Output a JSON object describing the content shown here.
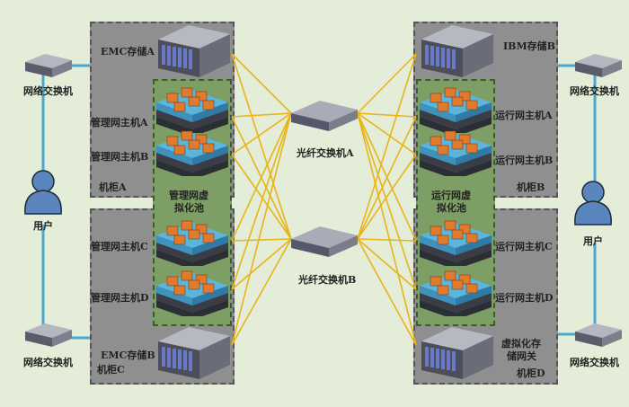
{
  "diagram": {
    "title": "",
    "cabinets": [
      {
        "id": "A",
        "label": "机柜A"
      },
      {
        "id": "B",
        "label": "机柜B"
      },
      {
        "id": "C",
        "label": "机柜C"
      },
      {
        "id": "D",
        "label": "机柜D"
      }
    ],
    "storage": {
      "emc_a": "EMC存储A",
      "ibm_b": "IBM存储B",
      "emc_b": "EMC存储B",
      "gateway_line1": "虚拟化存",
      "gateway_line2": "储网关"
    },
    "hosts": {
      "mgmt_a": "管理网主机A",
      "mgmt_b": "管理网主机B",
      "mgmt_c": "管理网主机C",
      "mgmt_d": "管理网主机D",
      "run_a": "运行网主机A",
      "run_b": "运行网主机B",
      "run_c": "运行网主机C",
      "run_d": "运行网主机D"
    },
    "pools": {
      "mgmt_line1": "管理网虚",
      "mgmt_line2": "拟化池",
      "run_line1": "运行网虚",
      "run_line2": "拟化池"
    },
    "fc_switches": {
      "a": "光纤交换机A",
      "b": "光纤交换机B"
    },
    "network_switch_label": "网络交换机",
    "user_label": "用户",
    "colors": {
      "background": "#e4edd8",
      "cabinet": "#8f8f8f",
      "pool": "#7d9e65",
      "fiber_link": "#e8b418",
      "network_link": "#4aa8d0",
      "user": "#5b86bd"
    }
  }
}
